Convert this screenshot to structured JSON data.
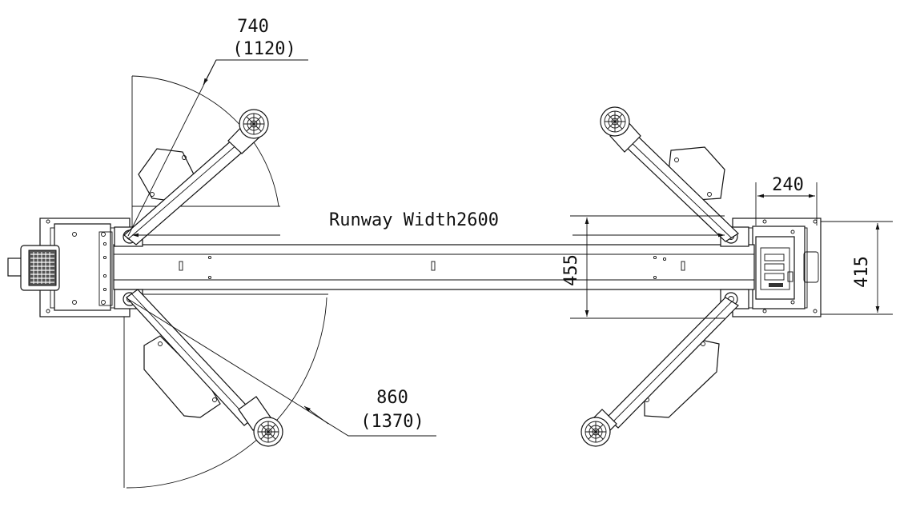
{
  "dimensions": {
    "arm_swing_top": {
      "primary": "740",
      "secondary": "(1120)"
    },
    "arm_swing_bottom": {
      "primary": "860",
      "secondary": "(1370)"
    },
    "runway_width": "Runway Width2600",
    "post_offset": "240",
    "runway_gap": "455",
    "base_width": "415"
  },
  "colors": {
    "line": "#111111",
    "background": "#ffffff"
  }
}
